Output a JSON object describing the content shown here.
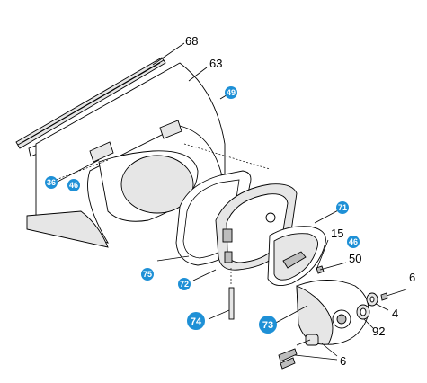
{
  "colors": {
    "badge": "#1e90d6",
    "badge_text": "#ffffff",
    "line": "#000000",
    "housing_fill": "#e6e6e6"
  },
  "labels": {
    "l68": "68",
    "l63": "63",
    "l15": "15",
    "l50": "50",
    "l6a": "6",
    "l4": "4",
    "l92": "92",
    "l6b": "6"
  },
  "badges": {
    "b49": "49",
    "b36": "36",
    "b46a": "46",
    "b71": "71",
    "b46b": "46",
    "b75": "75",
    "b72": "72",
    "b74": "74",
    "b73": "73"
  }
}
